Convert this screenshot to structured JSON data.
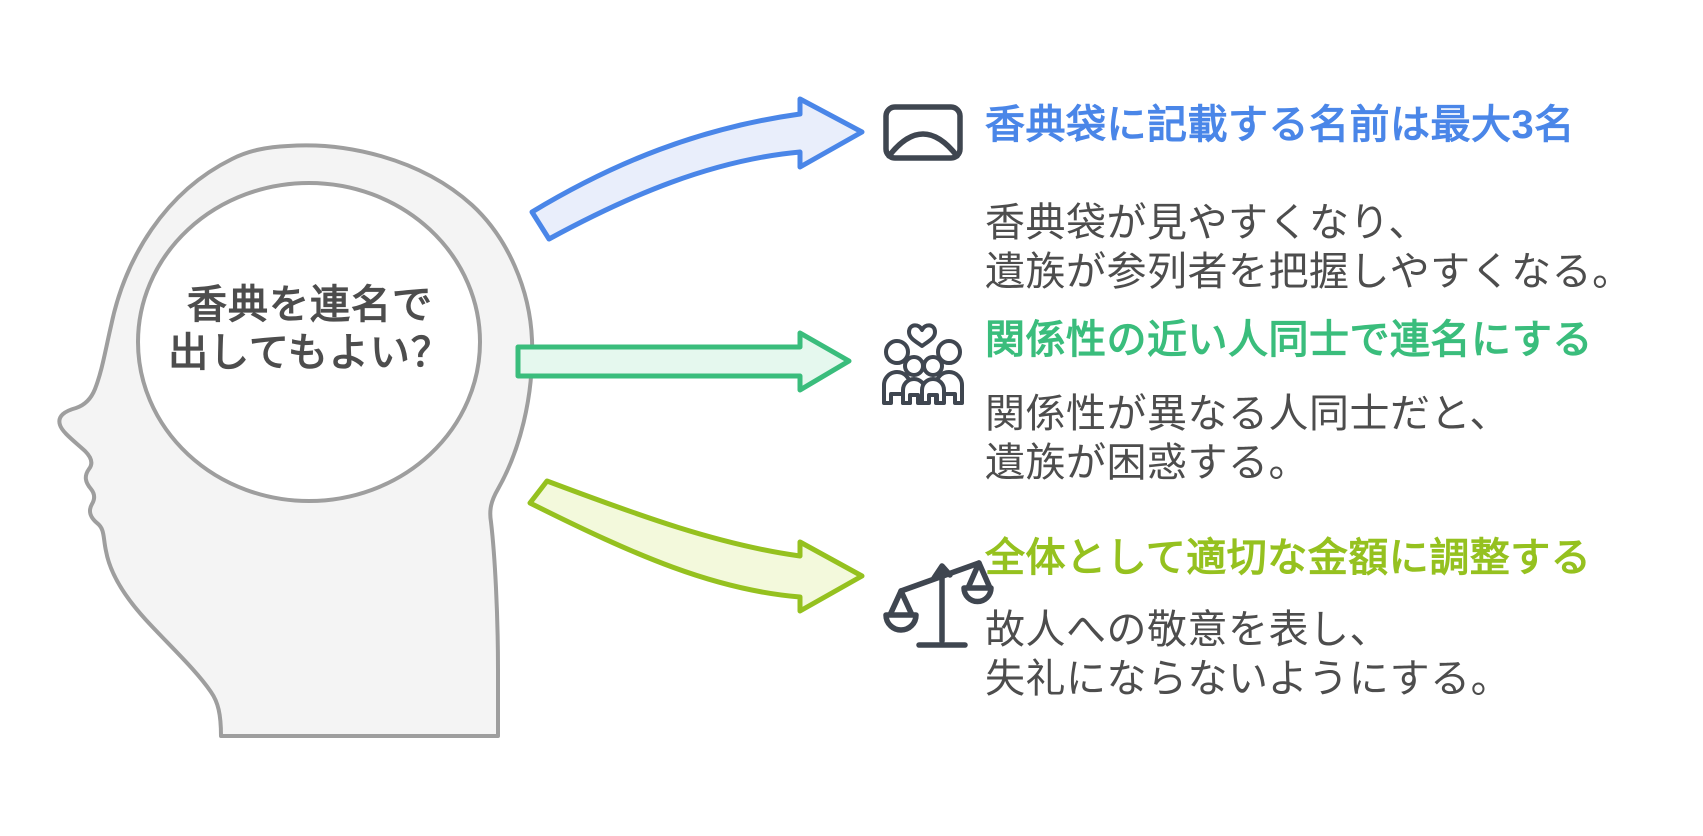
{
  "head": {
    "question_line1": "香典を連名で",
    "question_line2": "出してもよい？"
  },
  "items": [
    {
      "icon": "koden-envelope-icon",
      "title": "香典袋に記載する名前は最大3名",
      "desc_line1": "香典袋が見やすくなり、",
      "desc_line2": "遺族が参列者を把握しやすくなる。",
      "accent": "#4a86e8"
    },
    {
      "icon": "family-heart-icon",
      "title": "関係性の近い人同士で連名にする",
      "desc_line1": "関係性が異なる人同士だと、",
      "desc_line2": "遺族が困惑する。",
      "accent": "#3abd7c"
    },
    {
      "icon": "balance-scale-icon",
      "title": "全体として適切な金額に調整する",
      "desc_line1": "故人への敬意を表し、",
      "desc_line2": "失礼にならないようにする。",
      "accent": "#95c11f"
    }
  ],
  "colors": {
    "text_dark": "#4d4d4d",
    "icon_stroke": "#3f4650",
    "head_stroke": "#9e9e9e",
    "head_fill": "#f4f4f4",
    "bubble_fill": "#ffffff",
    "arrow1_stroke": "#4a86e8",
    "arrow1_fill": "#e9eefb",
    "arrow2_stroke": "#3abd7c",
    "arrow2_fill": "#e5f8ee",
    "arrow3_stroke": "#95c11f",
    "arrow3_fill": "#f3f9dc"
  }
}
